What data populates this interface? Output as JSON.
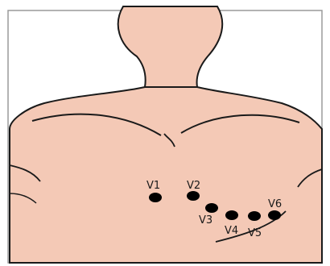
{
  "diagram": {
    "colors": {
      "skin": "#f4c9b6",
      "outline": "#1a1a1a",
      "electrode": "#000000",
      "frame": "#9a9a9a",
      "background": "#ffffff"
    },
    "electrodes": [
      {
        "id": "v1",
        "label": "V1"
      },
      {
        "id": "v2",
        "label": "V2"
      },
      {
        "id": "v3",
        "label": "V3"
      },
      {
        "id": "v4",
        "label": "V4"
      },
      {
        "id": "v5",
        "label": "V5"
      },
      {
        "id": "v6",
        "label": "V6"
      }
    ]
  }
}
